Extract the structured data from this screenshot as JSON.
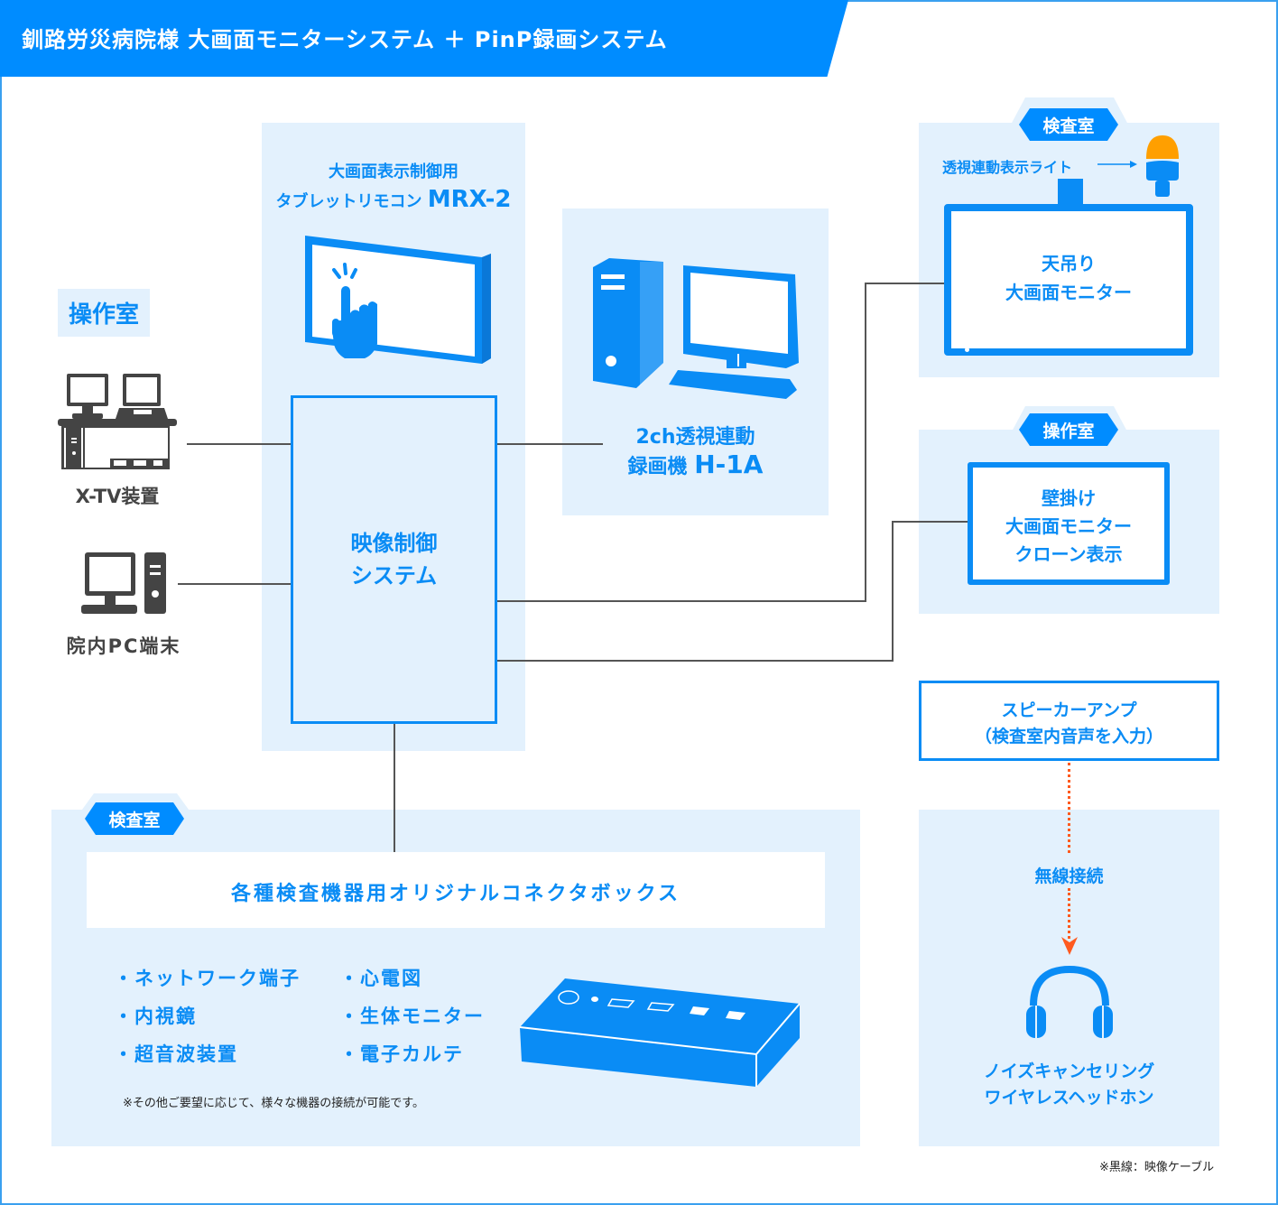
{
  "title": "釧路労災病院様 大画面モニターシステム ＋ PinP録画システム",
  "colors": {
    "accent": "#008cff",
    "panel": "#e3f1fd",
    "text_blue": "#0a8cf5",
    "cable": "#555555",
    "wireless": "#ff5a1f",
    "light_orange": "#ff9f00",
    "icon_gray": "#444444"
  },
  "operation_room": {
    "label": "操作室",
    "devices": [
      {
        "name": "X-TV装置",
        "icon": "workstation-desk-icon"
      },
      {
        "name": "院内PC端末",
        "icon": "desktop-pc-icon"
      }
    ]
  },
  "tablet_remote": {
    "line1": "大画面表示制御用",
    "line2_prefix": "タブレットリモコン ",
    "model": "MRX-2",
    "icon": "touch-tablet-icon"
  },
  "video_control": {
    "line1": "映像制御",
    "line2": "システム"
  },
  "recorder": {
    "line1": "2ch透視連動",
    "line2_prefix": "録画機 ",
    "model": "H-1A",
    "icon": "desktop-computer-icon"
  },
  "exam_room_top": {
    "tab": "検査室",
    "light_label": "透視連動表示ライト",
    "monitor_line1": "天吊り",
    "monitor_line2": "大画面モニター"
  },
  "operation_room_right": {
    "tab": "操作室",
    "line1": "壁掛け",
    "line2": "大画面モニター",
    "line3": "クローン表示"
  },
  "speaker_amp": {
    "line1": "スピーカーアンプ",
    "line2": "（検査室内音声を入力）"
  },
  "wireless": {
    "label": "無線接続"
  },
  "headphones": {
    "line1": "ノイズキャンセリング",
    "line2": "ワイヤレスヘッドホン"
  },
  "exam_room_bottom": {
    "tab": "検査室",
    "connector_box_title": "各種検査機器用オリジナルコネクタボックス",
    "items_left": [
      "・ネットワーク端子",
      "・内視鏡",
      "・超音波装置"
    ],
    "items_right": [
      "・心電図",
      "・生体モニター",
      "・電子カルテ"
    ],
    "footnote": "※その他ご要望に応じて、様々な機器の接続が可能です。"
  },
  "legend_note": "※黒線：映像ケーブル"
}
